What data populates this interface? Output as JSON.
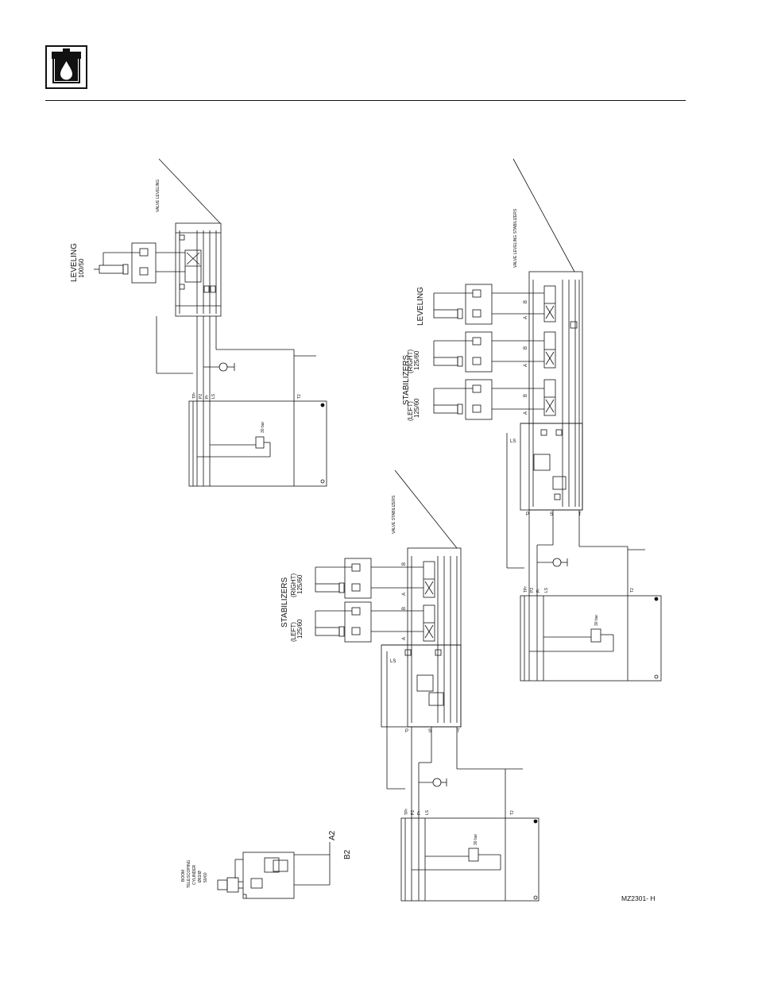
{
  "header": {
    "icon": "hydraulic-oil-drop-icon"
  },
  "labels": {
    "valve_leveling": "VALVE LEVELING",
    "valve_leveling_stabilizers": "VALVE LEVELING STABILIZERS",
    "valve_stabilizers": "VALVE STABILIZERS",
    "leveling_top": "LEVELING",
    "leveling_top_spec": "100/50",
    "leveling_right": "LEVELING",
    "stabilizers": "STABILIZERS",
    "right": "(RIGHT)",
    "left": "(LEFT)",
    "spec_12560": "125/60",
    "relief_30bar": "30 bar",
    "boom_1": "BOOM",
    "boom_2": "TELESCOPING",
    "boom_3": "CYLINDER",
    "boom_4": "Ø63/Ø",
    "boom_5": "50/60",
    "port_a2": "A2",
    "port_b2": "B2",
    "port_a": "A",
    "port_b": "B",
    "port_p": "P",
    "port_s": "S",
    "port_t": "T",
    "port_ls": "LS",
    "port_t2": "T2",
    "port_tp": "TPr",
    "port_p2": "P2",
    "port_pr": "Pr",
    "figure_code": "MZ2301- H"
  }
}
